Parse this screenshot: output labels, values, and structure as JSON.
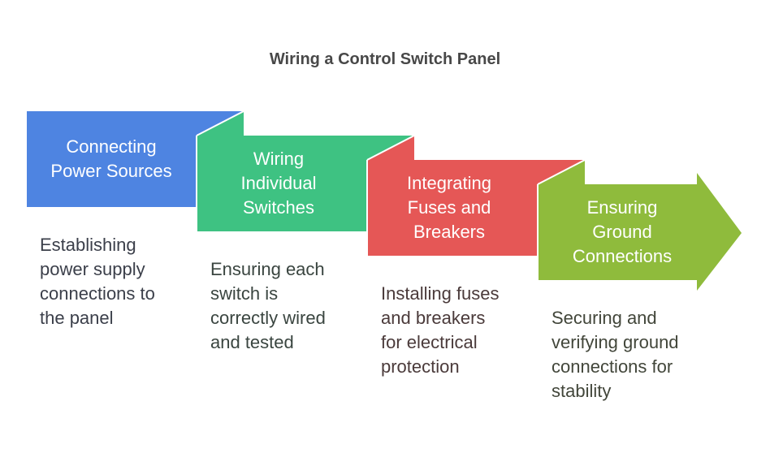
{
  "title": "Wiring a Control Switch Panel",
  "steps": [
    {
      "label": "Connecting Power Sources",
      "label_lines": [
        "Connecting",
        "Power Sources"
      ],
      "description": "Establishing power supply connections to the panel",
      "desc_lines": [
        "Establishing",
        "power supply",
        "connections to",
        "the panel"
      ],
      "color": "#4e84e1",
      "text_color": "#3b3f4a"
    },
    {
      "label": "Wiring Individual Switches",
      "label_lines": [
        "Wiring",
        "Individual",
        "Switches"
      ],
      "description": "Ensuring each switch is correctly wired and tested",
      "desc_lines": [
        "Ensuring each",
        "switch is",
        "correctly wired",
        "and tested"
      ],
      "color": "#3ec282",
      "text_color": "#3a4540"
    },
    {
      "label": "Integrating Fuses and Breakers",
      "label_lines": [
        "Integrating",
        "Fuses and",
        "Breakers"
      ],
      "description": "Installing fuses and breakers for electrical protection",
      "desc_lines": [
        "Installing fuses",
        "and breakers",
        "for electrical",
        "protection"
      ],
      "color": "#e55756",
      "text_color": "#4a3a3a"
    },
    {
      "label": "Ensuring Ground Connections",
      "label_lines": [
        "Ensuring",
        "Ground",
        "Connections"
      ],
      "description": "Securing and verifying ground connections for stability",
      "desc_lines": [
        "Securing and",
        "verifying ground",
        "connections for",
        "stability"
      ],
      "color": "#8fbb3c",
      "text_color": "#42463a"
    }
  ]
}
